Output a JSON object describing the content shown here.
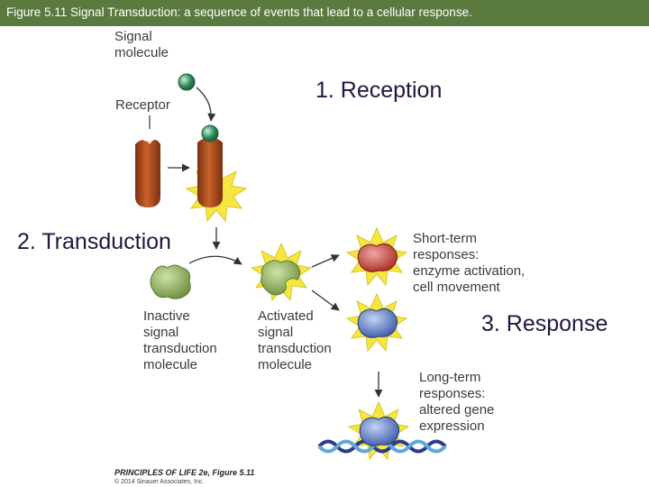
{
  "title": "Figure 5.11  Signal Transduction:  a sequence of events that lead to a cellular response.",
  "steps": {
    "reception": "1.  Reception",
    "transduction": "2. Transduction",
    "response": "3.  Response"
  },
  "labels": {
    "signal_molecule": [
      "Signal",
      "molecule"
    ],
    "receptor": "Receptor",
    "inactive": [
      "Inactive",
      "signal",
      "transduction",
      "molecule"
    ],
    "activated": [
      "Activated",
      "signal",
      "transduction",
      "molecule"
    ],
    "short_term": [
      "Short-term",
      "responses:",
      "enzyme activation,",
      "cell movement"
    ],
    "long_term": [
      "Long-term",
      "responses:",
      "altered gene",
      "expression"
    ]
  },
  "credit": {
    "line1": "PRINCIPLES OF LIFE 2e, Figure 5.11",
    "line2": "© 2014 Sinauer Associates, Inc."
  },
  "colors": {
    "title_bar": "#5a7a3f",
    "receptor": "#b5531f",
    "signal": "#2e8b57",
    "inactive_protein": "#8fae5a",
    "short_term_protein": "#c0392b",
    "long_term_protein": "#4a6fb5",
    "starburst": "#f5e642",
    "dna_strand_a": "#2a3a8f",
    "dna_strand_b": "#5fa8d8"
  }
}
